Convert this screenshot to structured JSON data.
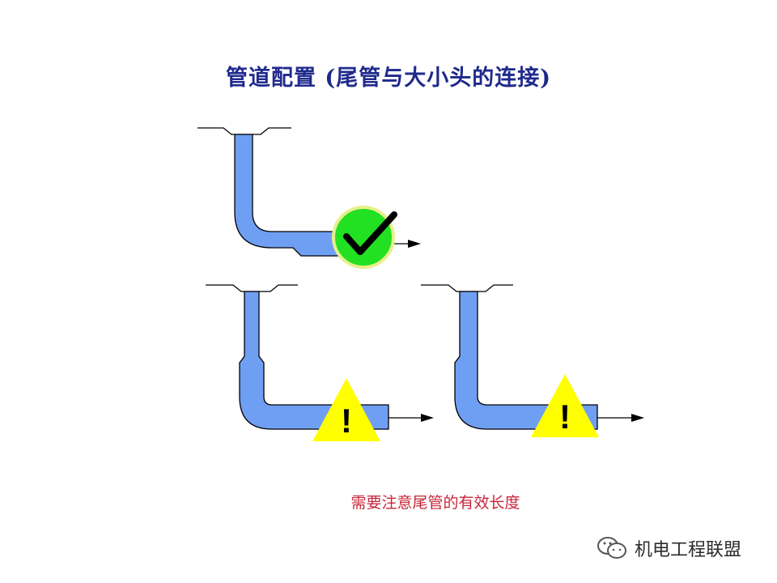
{
  "title": "管道配置 (尾管与大小头的连接)",
  "caption": "需要注意尾管的有效长度",
  "watermark": {
    "label": "机电工程联盟",
    "icon": "wechat-logo"
  },
  "configurations": [
    {
      "id": "top",
      "status": "correct",
      "marker": "check-mark",
      "marker_color": "#22e022"
    },
    {
      "id": "bottom-left",
      "status": "warning",
      "marker": "warning-triangle",
      "marker_text": "!",
      "marker_color": "#ffff00"
    },
    {
      "id": "bottom-right",
      "status": "warning",
      "marker": "warning-triangle",
      "marker_text": "!",
      "marker_color": "#ffff00"
    }
  ],
  "colors": {
    "pipe_fill": "#6f9ff2",
    "outline": "#000000",
    "title": "#1f2a8c",
    "caption": "#c8253a"
  }
}
